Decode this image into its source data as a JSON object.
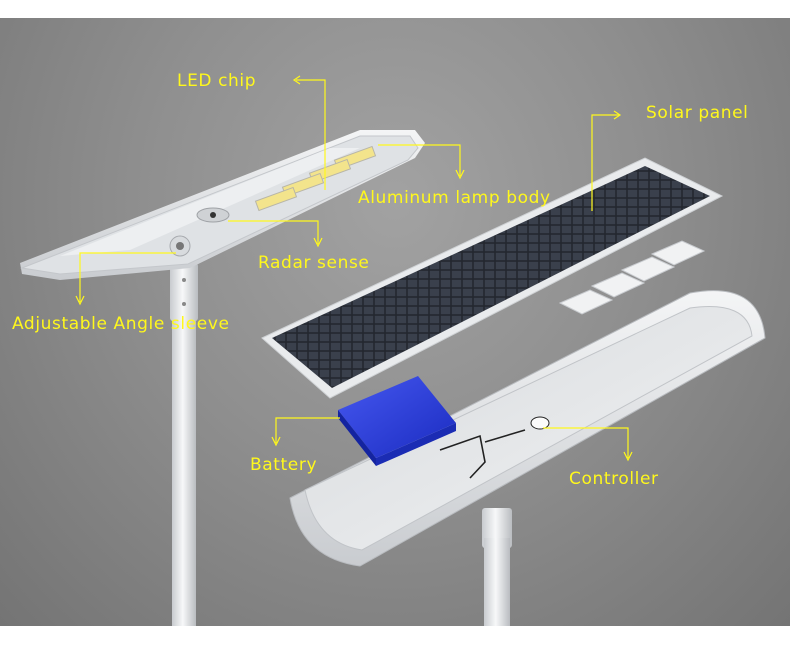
{
  "labels": {
    "led_chip": "LED chip",
    "solar_panel": "Solar panel",
    "aluminum_lamp_body": "Aluminum lamp body",
    "radar_sense": "Radar sense",
    "adjustable_angle_sleeve": "Adjustable Angle sleeve",
    "battery": "Battery",
    "controller": "Controller"
  },
  "colors": {
    "label": "#fff81c",
    "background": "#8f8f8f",
    "battery": "#2336d8",
    "lamp_body": "#e6e8ea",
    "solar_cells": "#2a2e38"
  }
}
